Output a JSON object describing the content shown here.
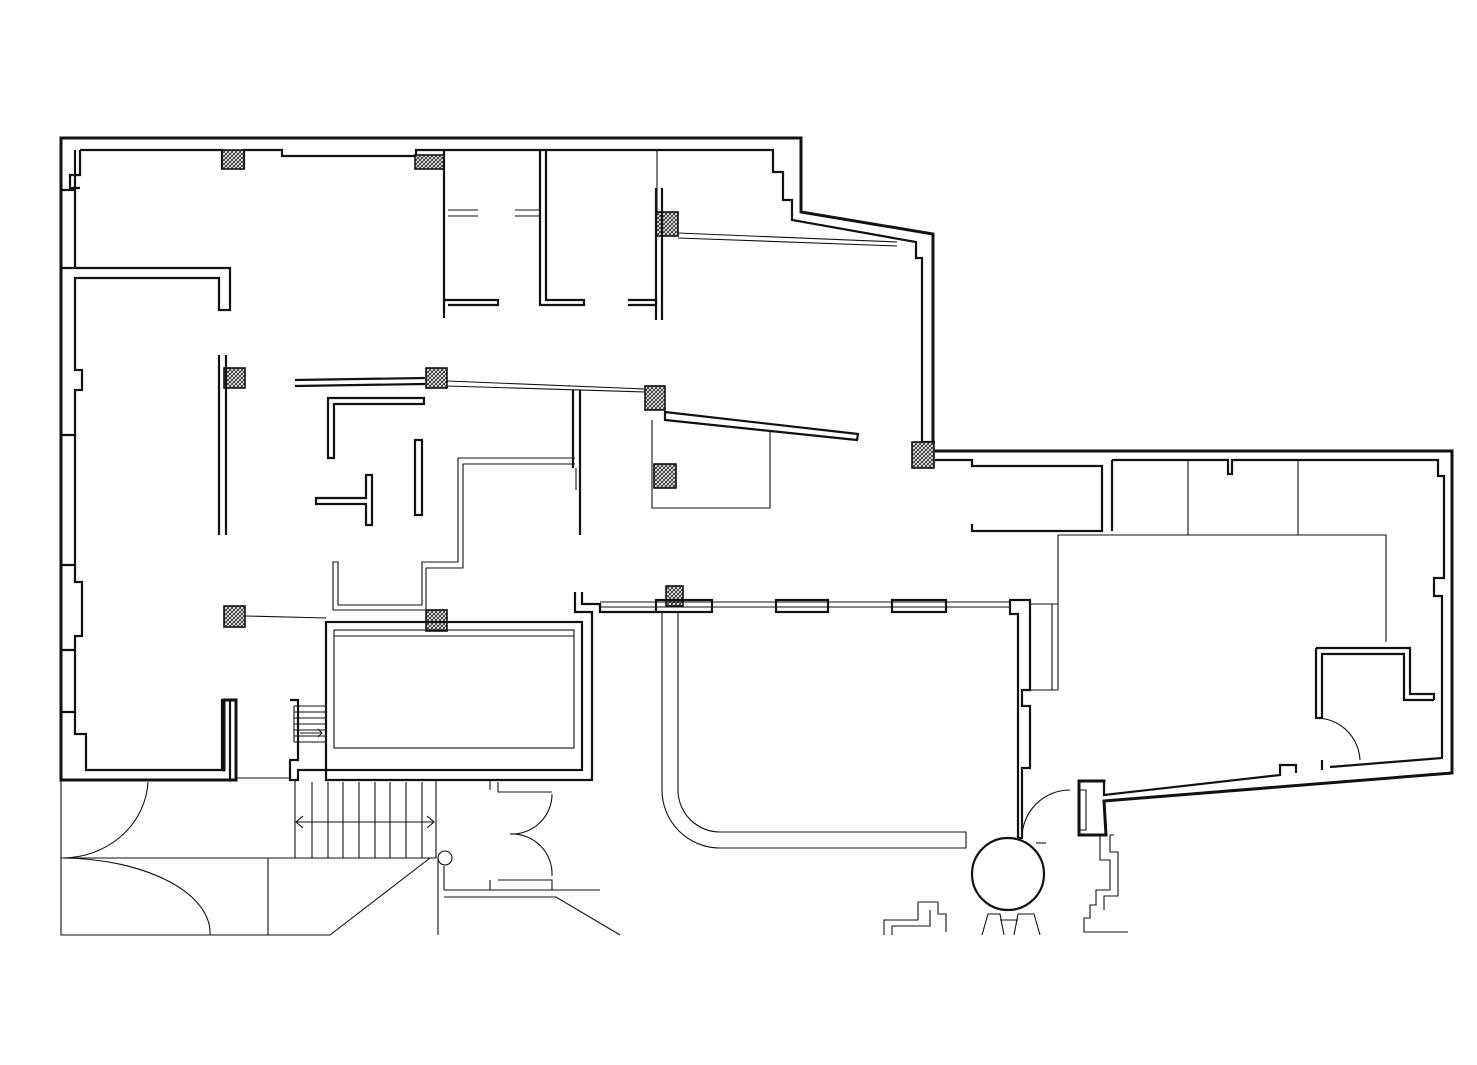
{
  "colors": {
    "ink": "#111111",
    "background": "#ffffff",
    "hatch": "#333333"
  },
  "drawing": {
    "type": "architectural floor plan",
    "columns_count": 10,
    "stairs_count": 2
  }
}
